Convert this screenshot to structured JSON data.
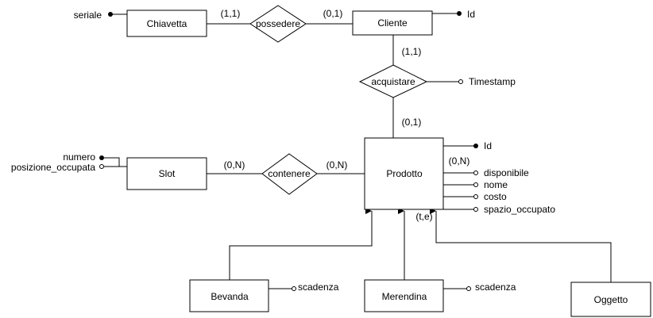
{
  "entities": {
    "chiavetta": "Chiavetta",
    "cliente": "Cliente",
    "slot": "Slot",
    "prodotto": "Prodotto",
    "bevanda": "Bevanda",
    "merendina": "Merendina",
    "oggetto": "Oggetto"
  },
  "relationships": {
    "possedere": "possedere",
    "acquistare": "acquistare",
    "contenere": "contenere"
  },
  "attributes": {
    "chiavetta_seriale": "seriale",
    "cliente_id": "Id",
    "acquistare_timestamp": "Timestamp",
    "slot_numero": "numero",
    "slot_posizione": "posizione_occupata",
    "prodotto_id": "Id",
    "prodotto_disponibile": "disponibile",
    "prodotto_nome": "nome",
    "prodotto_costo": "costo",
    "prodotto_spazio": "spazio_occupato",
    "bevanda_scadenza": "scadenza",
    "merendina_scadenza": "scadenza"
  },
  "cardinalities": {
    "chiavetta_possedere": "(1,1)",
    "cliente_possedere": "(0,1)",
    "cliente_acquistare": "(1,1)",
    "prodotto_acquistare": "(0,1)",
    "slot_contenere": "(0,N)",
    "prodotto_contenere": "(0,N)",
    "prodotto_extra": "(0,N)",
    "generalization": "(t,e)"
  }
}
